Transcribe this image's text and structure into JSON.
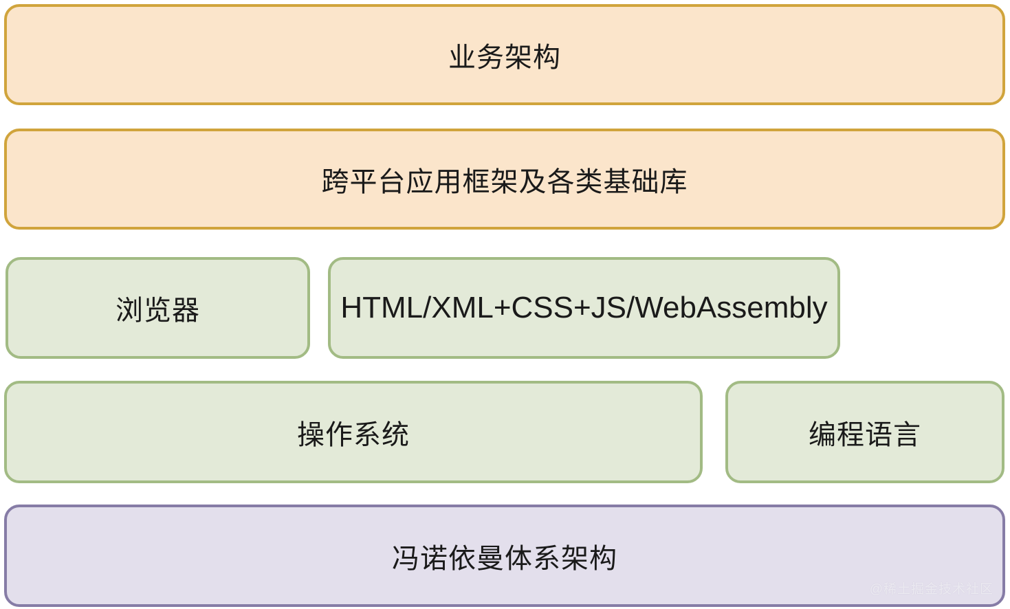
{
  "layers": {
    "business": "业务架构",
    "framework": "跨平台应用框架及各类基础库",
    "browser": "浏览器",
    "web_stack": "HTML/XML+CSS+JS/WebAssembly",
    "os": "操作系统",
    "language": "编程语言",
    "von_neumann": "冯诺依曼体系架构"
  },
  "watermark": "@稀土掘金技术社区",
  "colors": {
    "background": "#ffffff",
    "orange_fill": "#fbe5cb",
    "orange_border": "#d0a43c",
    "green_fill": "#e3ead8",
    "green_border": "#a2bb84",
    "purple_fill": "#e3dfec",
    "purple_border": "#867ca6",
    "text": "#1a1a1a"
  }
}
